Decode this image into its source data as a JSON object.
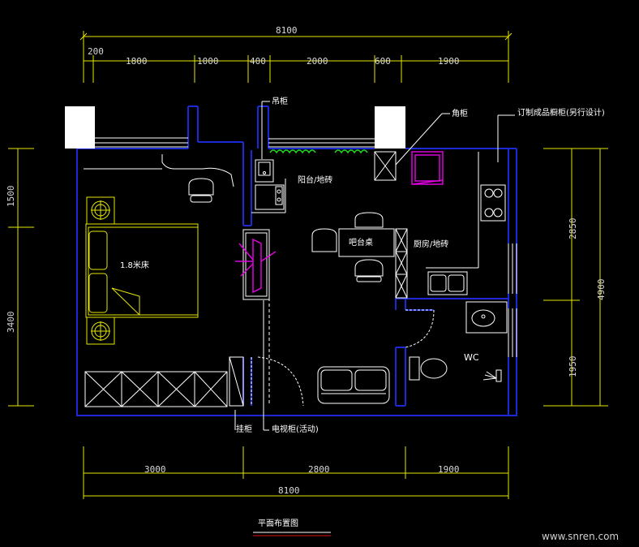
{
  "dimensions": {
    "top_total": "8100",
    "top_segments": [
      "200",
      "1800",
      "1000",
      "400",
      "2000",
      "600",
      "1900"
    ],
    "bottom_segments": [
      "3000",
      "2800",
      "1900"
    ],
    "bottom_total": "8100",
    "left_segments": [
      "1500",
      "3400"
    ],
    "right_segments": [
      "2850",
      "1950"
    ],
    "right_total": "4900"
  },
  "labels": {
    "hanging_cabinet": "吊柜",
    "corner_cabinet": "角柜",
    "custom_cabinet": "订制成品橱柜(另行设计)",
    "balcony": "阳台/地砖",
    "bed": "1.8米床",
    "dining_table": "吧台桌",
    "kitchen": "厨房/地砖",
    "wc": "WC",
    "wardrobe": "挂柜",
    "tv_cabinet": "电视柜(活动)",
    "plan_title": "平面布置图"
  },
  "watermark": "www.snren.com"
}
